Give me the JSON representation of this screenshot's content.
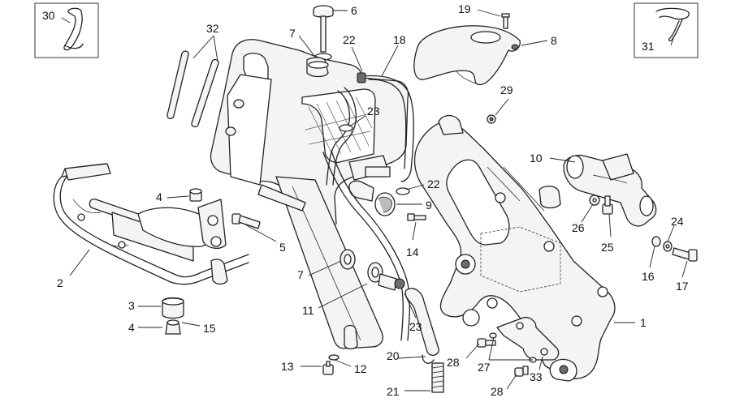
{
  "callouts": [
    {
      "id": "c30",
      "text": "30"
    },
    {
      "id": "c32",
      "text": "32"
    },
    {
      "id": "c6",
      "text": "6"
    },
    {
      "id": "c7a",
      "text": "7"
    },
    {
      "id": "c22a",
      "text": "22"
    },
    {
      "id": "c18",
      "text": "18"
    },
    {
      "id": "c19",
      "text": "19"
    },
    {
      "id": "c8",
      "text": "8"
    },
    {
      "id": "c31",
      "text": "31"
    },
    {
      "id": "c23a",
      "text": "23"
    },
    {
      "id": "c29",
      "text": "29"
    },
    {
      "id": "c10",
      "text": "10"
    },
    {
      "id": "c4a",
      "text": "4"
    },
    {
      "id": "c22b",
      "text": "22"
    },
    {
      "id": "c9",
      "text": "9"
    },
    {
      "id": "c26",
      "text": "26"
    },
    {
      "id": "c24",
      "text": "24"
    },
    {
      "id": "c14",
      "text": "14"
    },
    {
      "id": "c5",
      "text": "5"
    },
    {
      "id": "c25",
      "text": "25"
    },
    {
      "id": "c16",
      "text": "16"
    },
    {
      "id": "c17",
      "text": "17"
    },
    {
      "id": "c2",
      "text": "2"
    },
    {
      "id": "c7b",
      "text": "7"
    },
    {
      "id": "c11",
      "text": "11"
    },
    {
      "id": "c3",
      "text": "3"
    },
    {
      "id": "c1",
      "text": "1"
    },
    {
      "id": "c4b",
      "text": "4"
    },
    {
      "id": "c15",
      "text": "15"
    },
    {
      "id": "c23b",
      "text": "23"
    },
    {
      "id": "c28a",
      "text": "28"
    },
    {
      "id": "c27",
      "text": "27"
    },
    {
      "id": "c13",
      "text": "13"
    },
    {
      "id": "c12",
      "text": "12"
    },
    {
      "id": "c20",
      "text": "20"
    },
    {
      "id": "c21",
      "text": "21"
    },
    {
      "id": "c28b",
      "text": "28"
    },
    {
      "id": "c33",
      "text": "33"
    }
  ]
}
